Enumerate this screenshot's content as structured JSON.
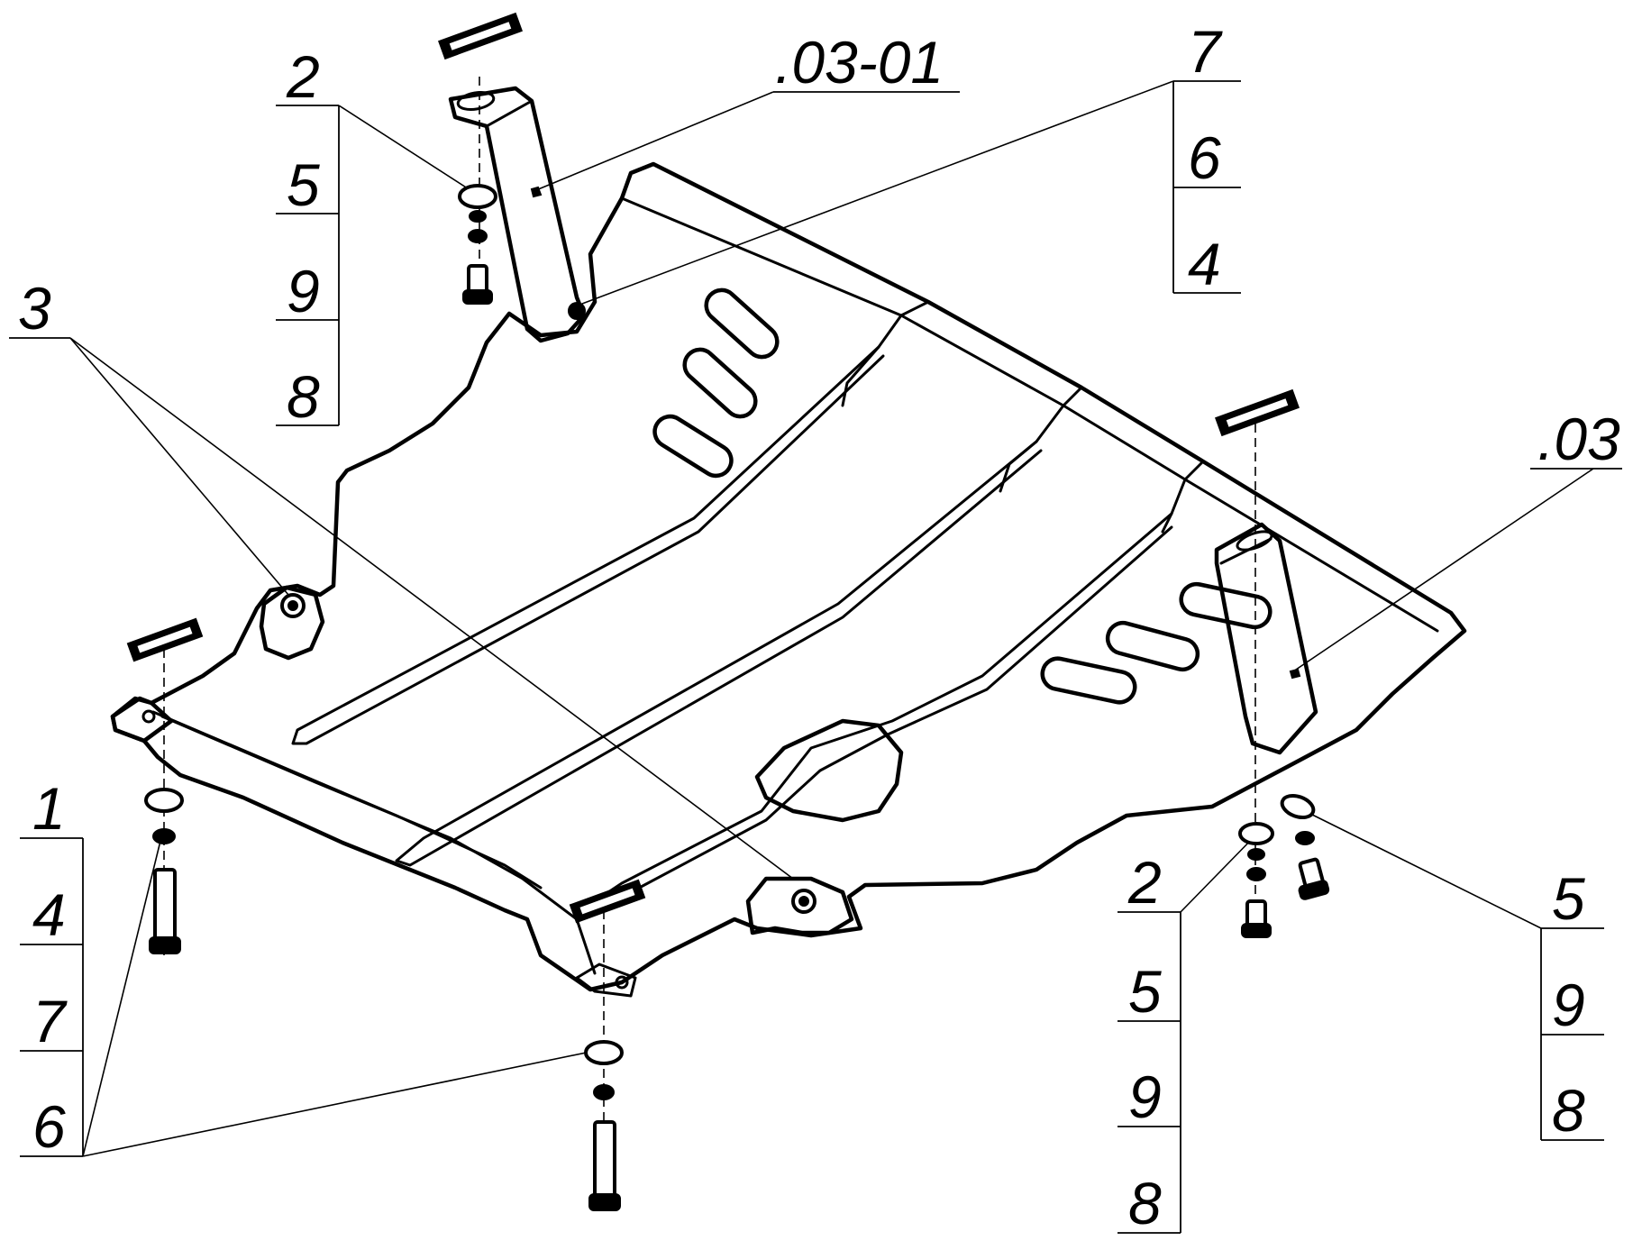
{
  "callouts": {
    "top_left_stack": [
      "2",
      "5",
      "9",
      "8"
    ],
    "top_center_part": ".03-01",
    "top_right_stack": [
      "7",
      "6",
      "4"
    ],
    "left_part": "3",
    "right_part": ".03",
    "bottom_left_stack": [
      "1",
      "4",
      "7",
      "6"
    ],
    "bottom_center_stack": [
      "2",
      "5",
      "9",
      "8"
    ],
    "bottom_right_stack": [
      "5",
      "9",
      "8"
    ]
  }
}
